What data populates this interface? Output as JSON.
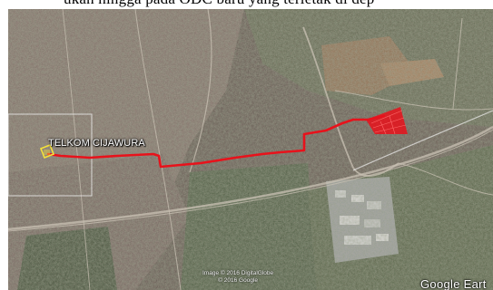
{
  "document": {
    "partial_text": "ukan hingga pada ODC baru yang terletak di dep"
  },
  "map": {
    "place_label": "TELKOM CIJAWURA",
    "attribution_line1": "Image © 2016 DigitalGlobe",
    "attribution_line2": "© 2016 Google",
    "logo_text": "Google Eart",
    "route_color": "#e8121b",
    "marker_color": "#f5e23a",
    "icons": [
      "placemark-pin-icon"
    ]
  }
}
